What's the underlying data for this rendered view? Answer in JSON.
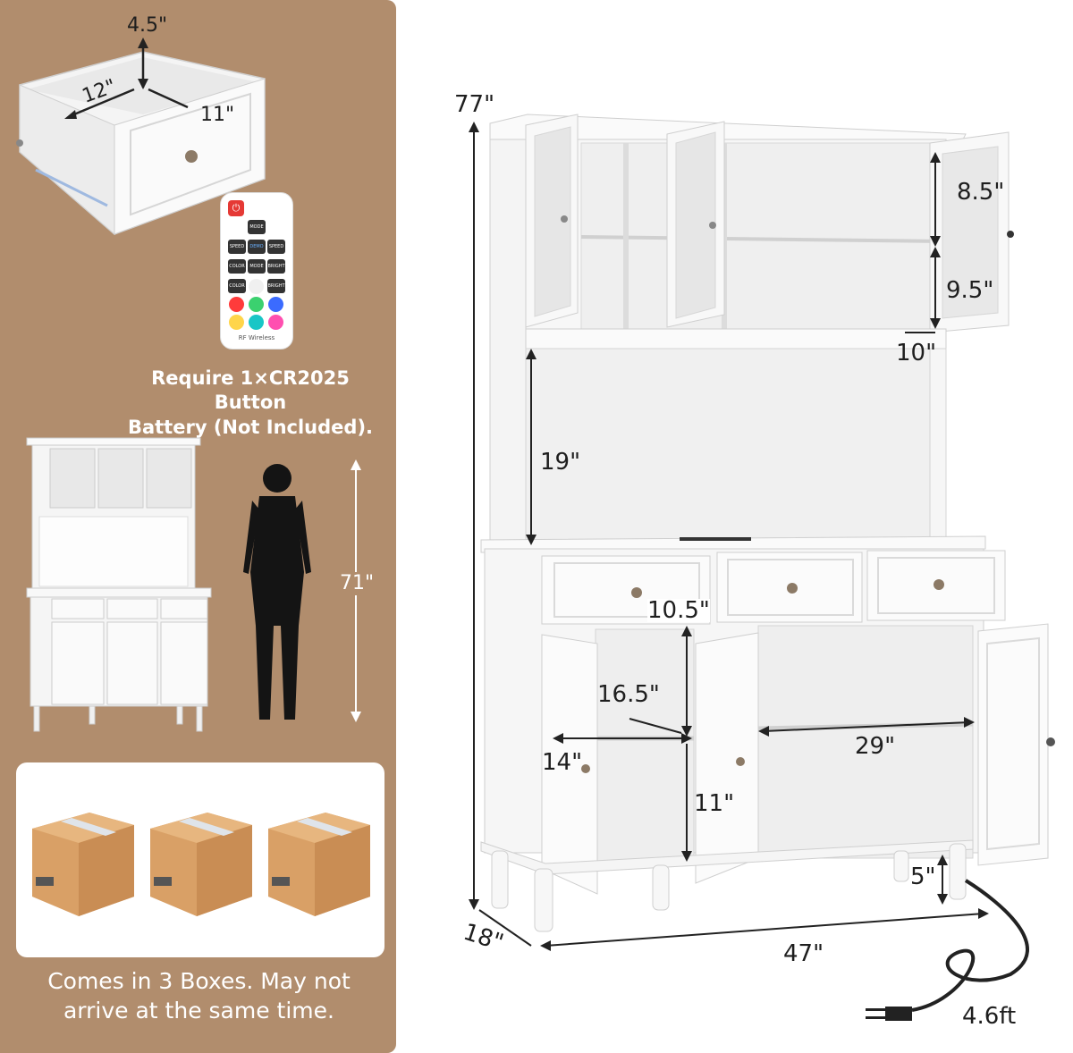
{
  "colors": {
    "panel": "#b18d6d",
    "cabinet": "#f7f7f7",
    "outline": "#c9c9c9",
    "text": "#1e1e1e",
    "box": "#d9a066"
  },
  "left": {
    "drawer_dims": {
      "height": "4.5\"",
      "depth": "12\"",
      "width": "11\""
    },
    "remote": {
      "power_icon": "power-icon",
      "buttons": [
        "MODE",
        "SPEED",
        "DEMO",
        "SPEED",
        "COLOR",
        "MODE",
        "BRIGHT",
        "COLOR",
        "BRIGHT"
      ],
      "brand": "RF Wireless"
    },
    "battery_note_1": "Require 1×CR2025 Button",
    "battery_note_2": "Battery (Not Included).",
    "height_label": "71\"",
    "boxes_note_1": "Comes in 3 Boxes. May not",
    "boxes_note_2": "arrive at the same time."
  },
  "right": {
    "total_height": "77\"",
    "shelf_top": "8.5\"",
    "shelf_bottom": "9.5\"",
    "hutch_depth": "10\"",
    "open_shelf": "19\"",
    "drawer_height": "10.5\"",
    "cabinet_depth": "16.5\"",
    "cabinet_width": "14\"",
    "center_width": "29\"",
    "lower_shelf": "11\"",
    "leg_height": "5\"",
    "base_depth": "18\"",
    "total_width": "47\"",
    "cord_length": "4.6ft"
  }
}
